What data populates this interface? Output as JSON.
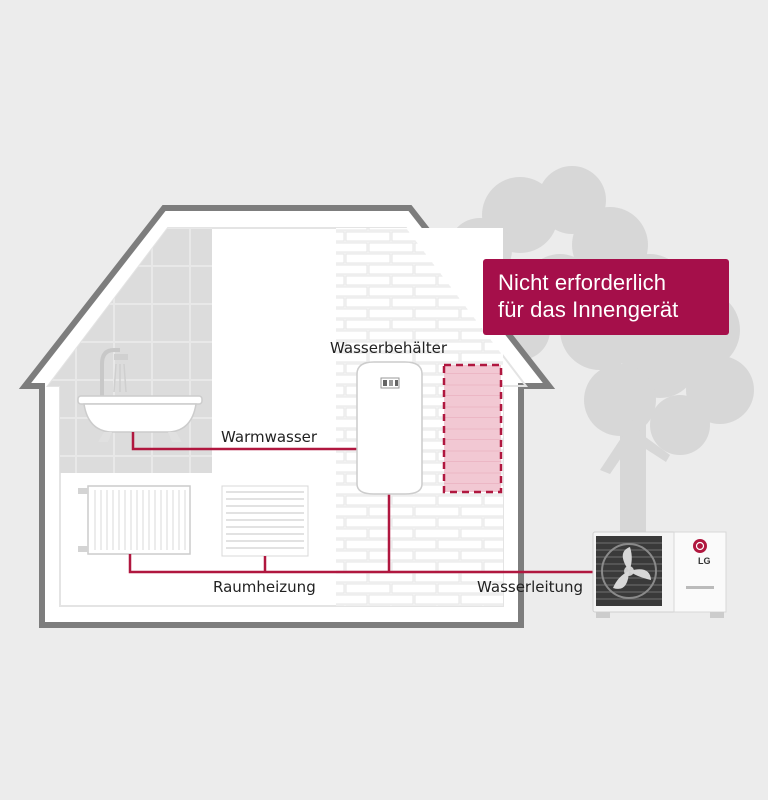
{
  "callout": {
    "line1": "Nicht erforderlich",
    "line2": "für das Innengerät"
  },
  "labels": {
    "water_tank": "Wasserbehälter",
    "hot_water": "Warmwasser",
    "space_heating": "Raumheizung",
    "water_pipe": "Wasserleitung"
  },
  "heat_pump": {
    "brand": "LG"
  },
  "colors": {
    "pipe": "#b0173f",
    "callout": "#a50f4a",
    "background": "#ececec",
    "house_outline": "#7a7a7a",
    "tree": "#d6d6d6"
  }
}
